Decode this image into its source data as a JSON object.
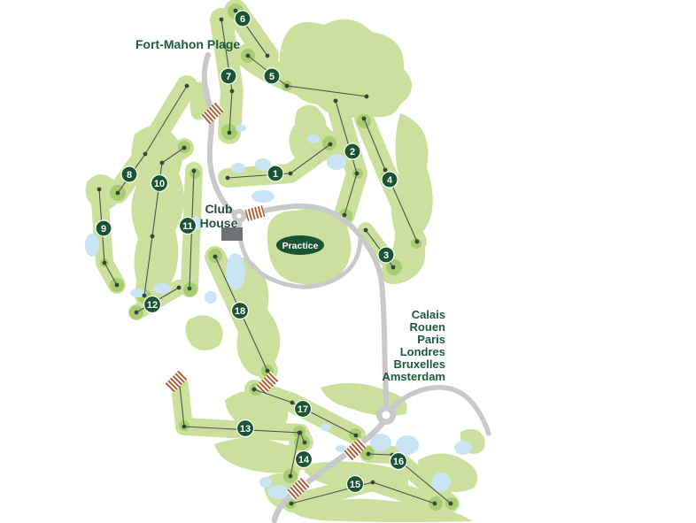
{
  "map": {
    "region_label": "Fort-Mahon Plage",
    "club_house": {
      "line1": "Club",
      "line2": "House"
    },
    "practice_label": "Practice",
    "cities": [
      "Calais",
      "Rouen",
      "Paris",
      "Londres",
      "Bruxelles",
      "Amsterdam"
    ],
    "holes": [
      "1",
      "2",
      "3",
      "4",
      "5",
      "6",
      "7",
      "8",
      "9",
      "10",
      "11",
      "12",
      "13",
      "14",
      "15",
      "16",
      "17",
      "18"
    ],
    "colors": {
      "fairway_green": "#cbe09d",
      "green_patch": "#a6cd70",
      "badge_green": "#1b5434",
      "label_green": "#1e5a3e",
      "water_blue": "#c9e4f2",
      "road_gray": "#c8c9ca",
      "crossing_stripe": "#a85a2e",
      "building_gray": "#6d7175"
    }
  }
}
